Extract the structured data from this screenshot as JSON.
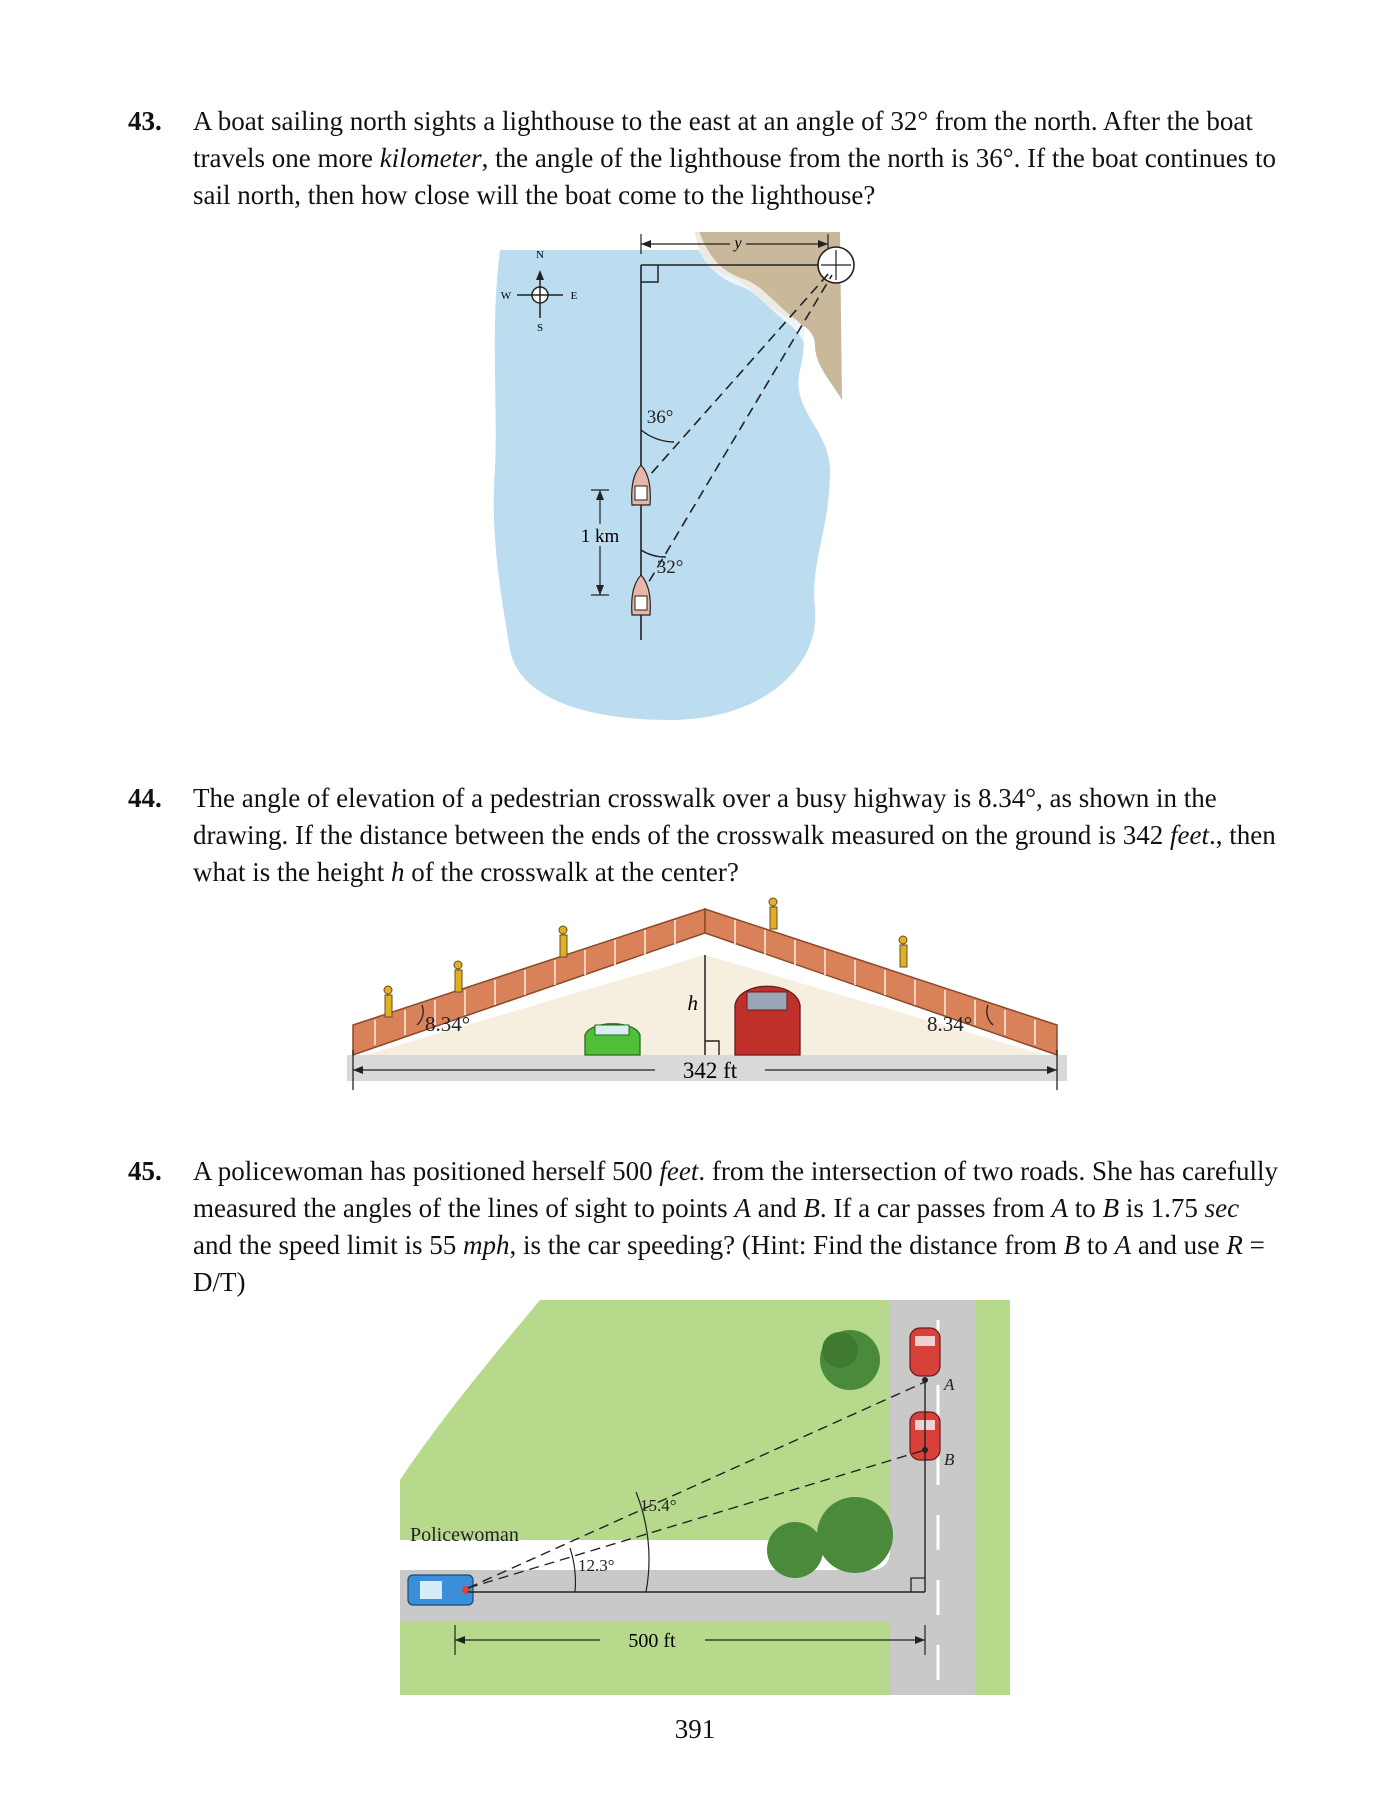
{
  "problems": [
    {
      "number": "43.",
      "lines": [
        [
          "A boat sailing north sights a lighthouse to the east at an angle of 32° from the north. After the boat"
        ],
        [
          "travels one more ",
          {
            "i": "kilometer"
          },
          ", the angle of the lighthouse from the north is 36°. If the boat continues to"
        ],
        [
          "sail north, then how close will the boat come to the lighthouse?"
        ]
      ],
      "figure": {
        "compass_n": "N",
        "compass_s": "S",
        "compass_e": "E",
        "compass_w": "W",
        "y_label": "y",
        "angle_upper": "36°",
        "angle_lower": "32°",
        "distance_label": "1 km",
        "water_color": "#bcdcef",
        "land_color": "#c9b89a"
      }
    },
    {
      "number": "44.",
      "lines": [
        [
          "The angle of elevation of a pedestrian crosswalk over a busy highway is 8.34°, as shown in the"
        ],
        [
          "drawing. If the distance between the ends of the crosswalk measured on the ground is 342 ",
          {
            "i": "feet"
          },
          "., then"
        ],
        [
          "what is the height ",
          {
            "i": "h"
          },
          " of the crosswalk at the center?"
        ]
      ],
      "figure": {
        "angle_left": "8.34°",
        "angle_right": "8.34°",
        "height_label": "h",
        "distance_label": "342 ft",
        "bridge_color": "#d9825a",
        "green_car_color": "#4fbf3a",
        "red_car_color": "#c0302a"
      }
    },
    {
      "number": "45.",
      "lines": [
        [
          "A policewoman has positioned herself 500 ",
          {
            "i": "feet"
          },
          ". from the intersection of two roads. She has carefully"
        ],
        [
          "measured the angles of the lines of sight to points ",
          {
            "i": "A"
          },
          " and ",
          {
            "i": "B"
          },
          ". If a car passes from ",
          {
            "i": "A"
          },
          " to ",
          {
            "i": "B"
          },
          " is 1.75 ",
          {
            "i": "sec"
          }
        ],
        [
          "and the speed limit is 55 ",
          {
            "i": "mph"
          },
          ", is the car speeding? (Hint: Find the distance from ",
          {
            "i": "B"
          },
          " to ",
          {
            "i": "A"
          },
          " and use ",
          {
            "i": "R"
          },
          " ="
        ],
        [
          "D/T)"
        ]
      ],
      "figure": {
        "policewoman_label": "Policewoman",
        "angle_upper": "15.4°",
        "angle_lower": "12.3°",
        "distance_label": "500 ft",
        "point_a": "A",
        "point_b": "B",
        "grass_color": "#b6d98c",
        "road_color": "#c9c9c9"
      }
    }
  ],
  "page_number": "391"
}
